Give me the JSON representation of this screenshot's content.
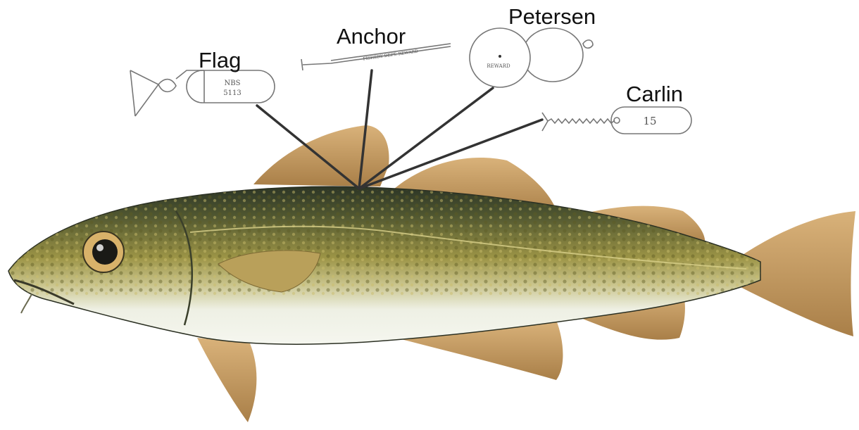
{
  "tags": [
    {
      "id": "flag",
      "label": "Flag",
      "printed_text": [
        "NBS",
        "5113"
      ]
    },
    {
      "id": "anchor",
      "label": "Anchor",
      "printed_text": [
        "FISHERY DEPT. REWARD"
      ]
    },
    {
      "id": "petersen",
      "label": "Petersen",
      "printed_text": [
        "REWARD"
      ]
    },
    {
      "id": "carlin",
      "label": "Carlin",
      "printed_text": [
        "15"
      ]
    }
  ],
  "colors": {
    "leader_line": "#333333",
    "fish_back": "#2f3a28",
    "fish_body": "#8f8a3e",
    "fish_belly": "#eef0e4",
    "fins": "#c89a5a",
    "tag_outline": "#777777"
  },
  "icons": [
    "cod-fish-illustration",
    "flag-tag-icon",
    "anchor-tag-icon",
    "petersen-disc-tag-icon",
    "carlin-tag-icon"
  ]
}
